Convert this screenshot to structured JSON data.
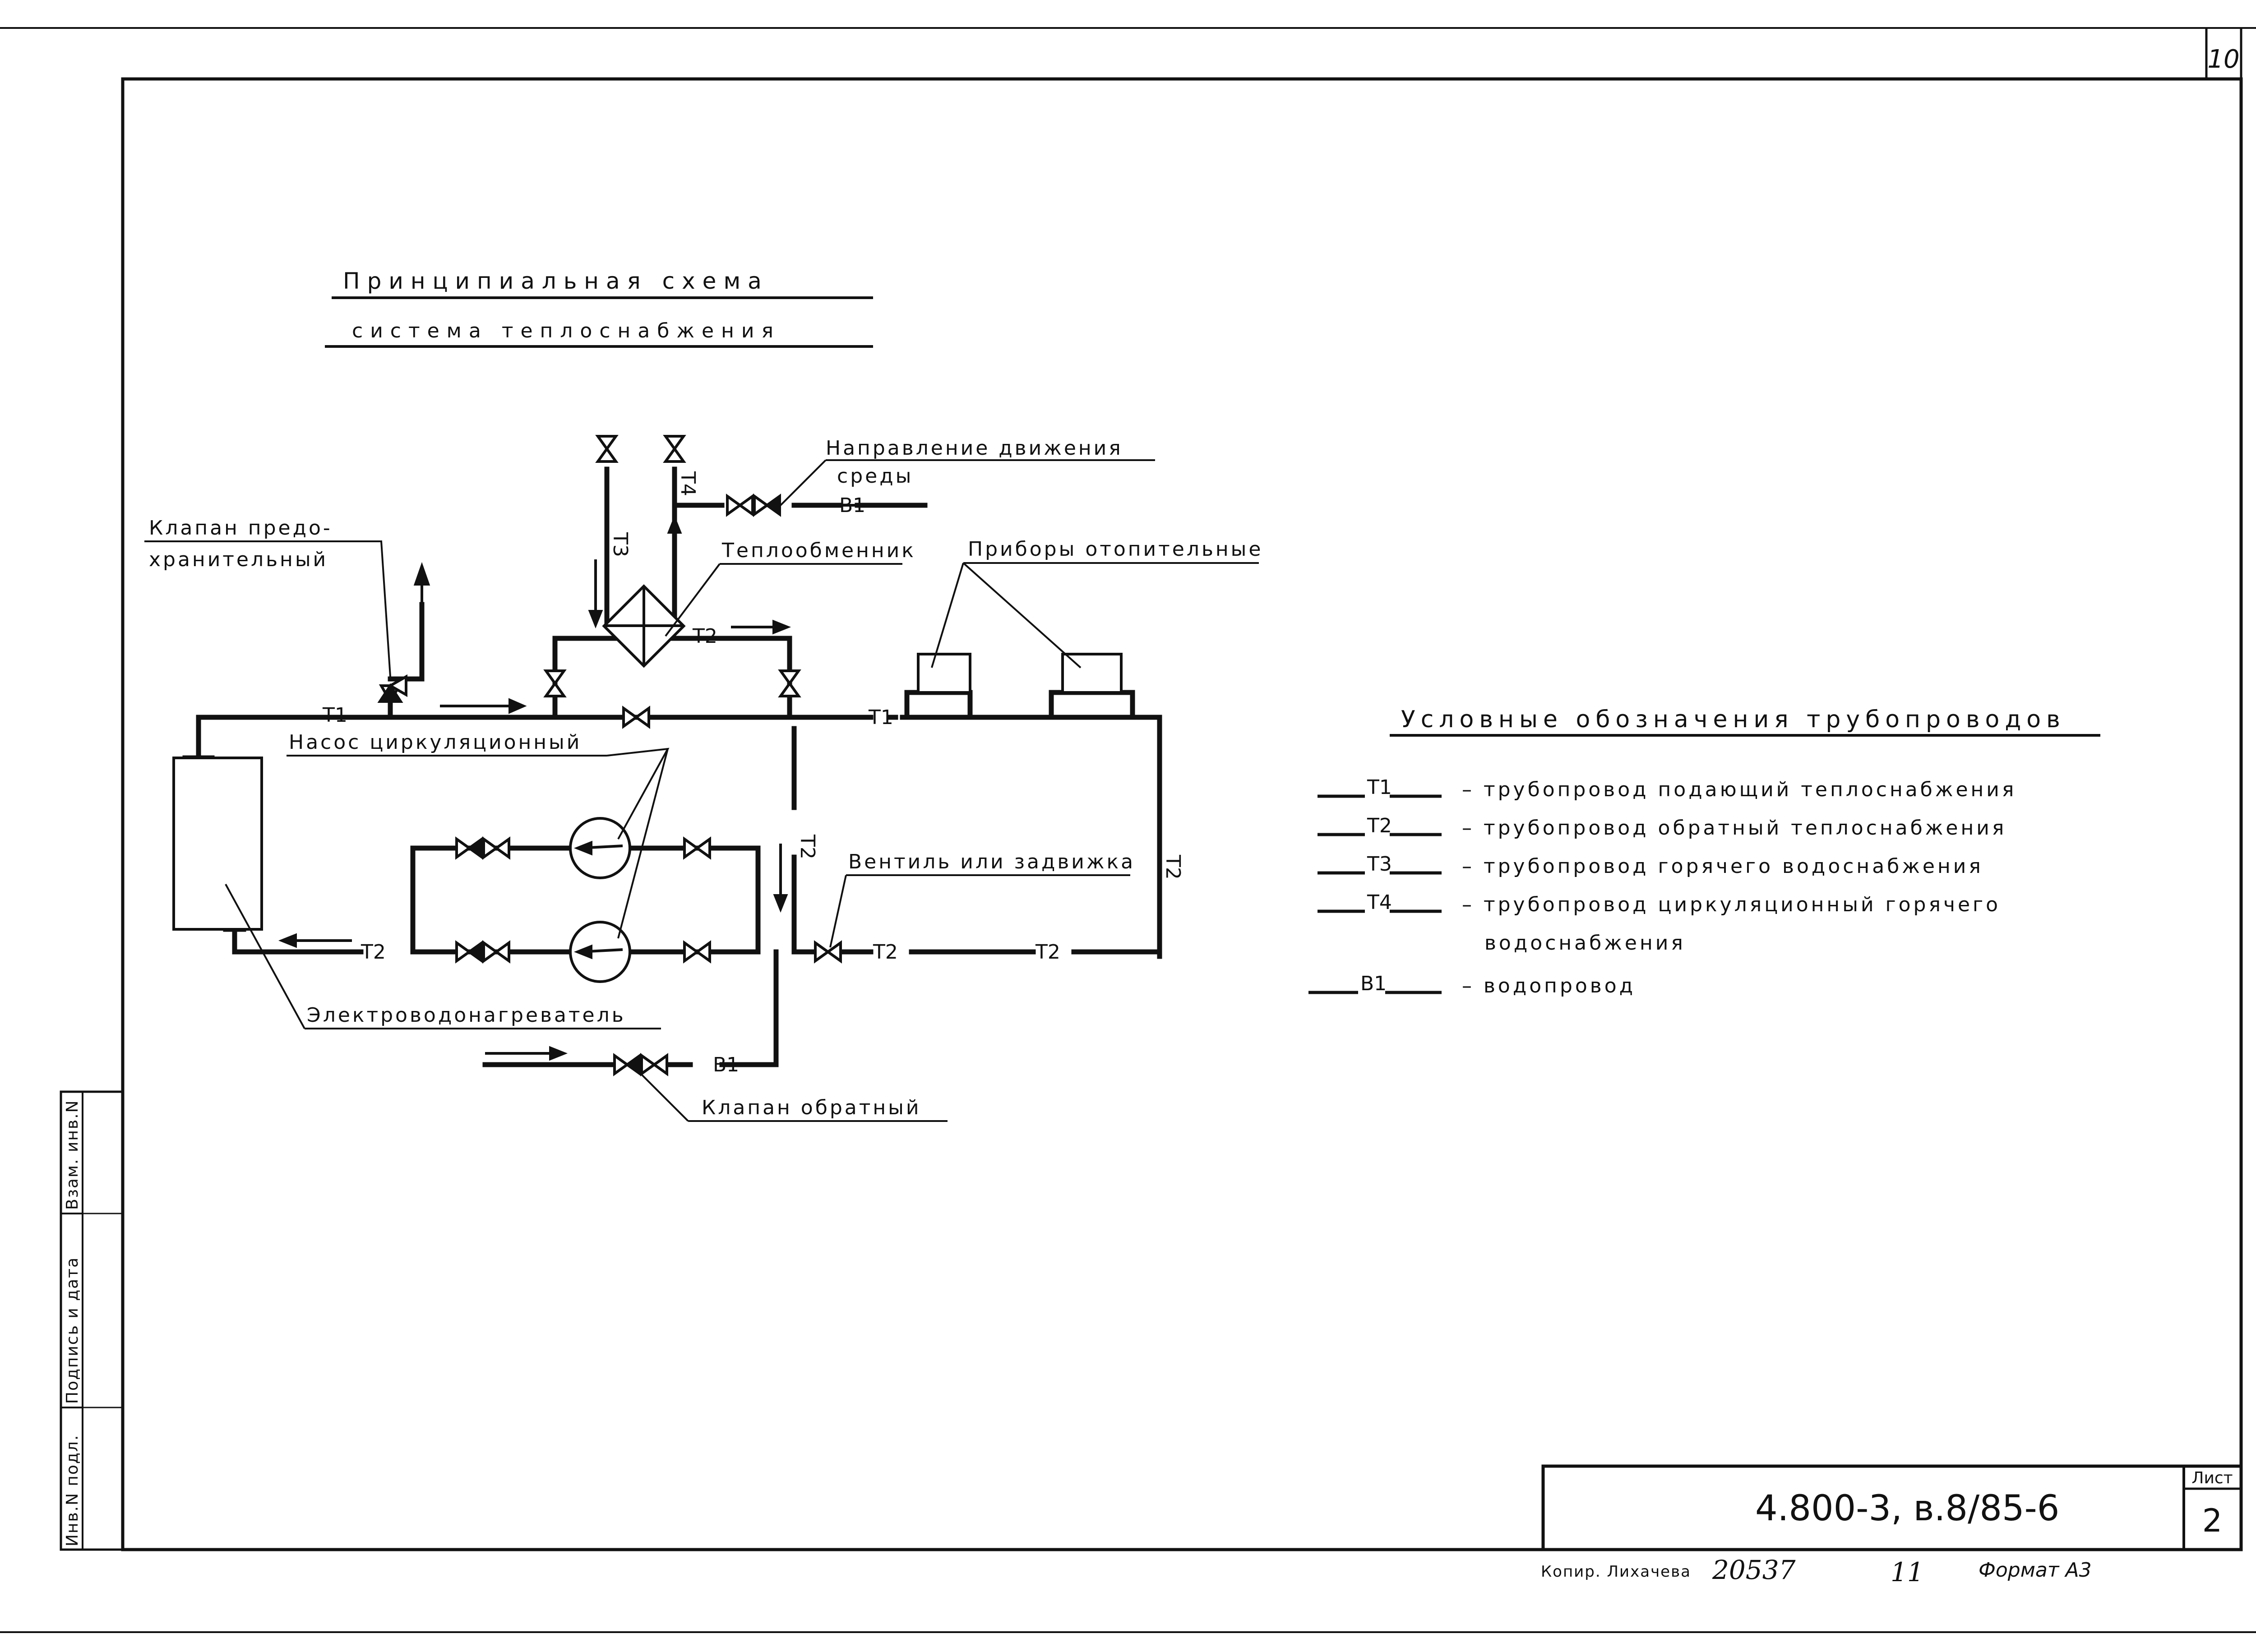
{
  "sheet": {
    "page_number": "10",
    "title_line1": "Принципиальная схема",
    "title_line2": "система теплоснабжения",
    "doc_code": "4.800-3, в.8/85-6",
    "sheet_label": "Лист",
    "sheet_no": "2",
    "copier": "Копир. Лихачева",
    "order_no": "20537",
    "copy_no": "11",
    "format": "Формат А3"
  },
  "side_stamp": {
    "inv_podl": "Инв.N подл.",
    "sign_date": "Подпись и дата",
    "vzam_inv": "Взам. инв.N"
  },
  "labels": {
    "flow_direction_line1": "Направление движения",
    "flow_direction_line2": "среды",
    "safety_valve_line1": "Клапан предо-",
    "safety_valve_line2": "хранительный",
    "heat_exchanger": "Теплообменник",
    "heaters": "Приборы отопительные",
    "pump": "Насос циркуляционный",
    "gate_valve": "Вентиль или задвижка",
    "boiler": "Электроводонагреватель",
    "check_valve": "Клапан обратный"
  },
  "pipe_tags": {
    "t1": "Т1",
    "t2": "Т2",
    "t3": "Т3",
    "t4": "Т4",
    "b1": "В1"
  },
  "legend": {
    "heading": "Условные обозначения трубопроводов",
    "items": [
      {
        "code": "Т1",
        "text": "– трубопровод подающий теплоснабжения"
      },
      {
        "code": "Т2",
        "text": "– трубопровод обратный теплоснабжения"
      },
      {
        "code": "Т3",
        "text": "– трубопровод горячего водоснабжения"
      },
      {
        "code": "Т4",
        "text": "– трубопровод циркуляционный горячего"
      },
      {
        "code": "",
        "text": "водоснабжения"
      },
      {
        "code": "В1",
        "text": "– водопровод"
      }
    ]
  },
  "icons": [
    "valve-icon",
    "check-valve-icon",
    "pump-icon",
    "heat-exchanger-icon",
    "safety-valve-icon",
    "radiator-icon",
    "boiler-icon",
    "flow-arrow-icon"
  ]
}
